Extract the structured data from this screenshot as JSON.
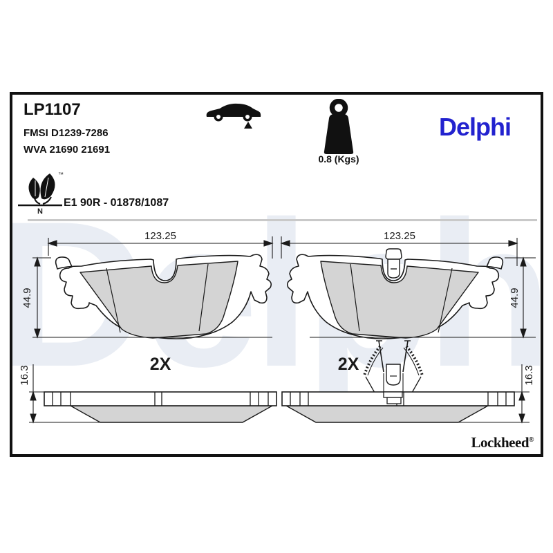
{
  "sheet": {
    "part_number": "LP1107",
    "fmsi": "FMSI D1239-7286",
    "wva": "WVA 21690 21691",
    "approval": "E1 90R - 01878/1087",
    "weight": "0.8 (Kgs)",
    "brand": "Delphi",
    "watermark": "Delphi",
    "footer_brand": "Lockheed",
    "registered_mark": "®",
    "eco": {
      "letter": "N",
      "trademark": "™"
    },
    "colors": {
      "brand_blue": "#2222cf",
      "friction_gray": "#d4d4d4",
      "outline": "#1a1a1a",
      "watermark": "#e9edf4",
      "divider": "#c9c9c9"
    }
  },
  "drawing": {
    "pad_width": "123.25",
    "pad_height": "44.9",
    "pad_thickness": "16.3",
    "quantity": "2X",
    "views": [
      "pad-front-left",
      "pad-front-right",
      "wear-sensor-detail",
      "pad-side-left",
      "pad-side-right"
    ],
    "icons": [
      "car-icon",
      "weight-icon",
      "eco-leaf-icon"
    ]
  }
}
